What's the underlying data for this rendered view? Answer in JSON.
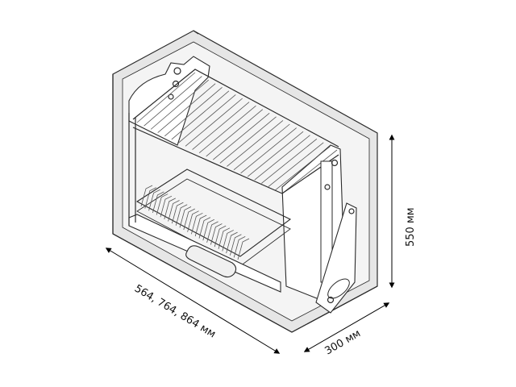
{
  "dimensions": {
    "width_label": "564, 764, 864 мм",
    "depth_label": "300 мм",
    "height_label": "550 мм"
  },
  "colors": {
    "line": "#2a2a2a",
    "cabinet_fill": "#e6e6e6",
    "cabinet_inner": "#f2f2f2",
    "arrow": "#000000"
  }
}
